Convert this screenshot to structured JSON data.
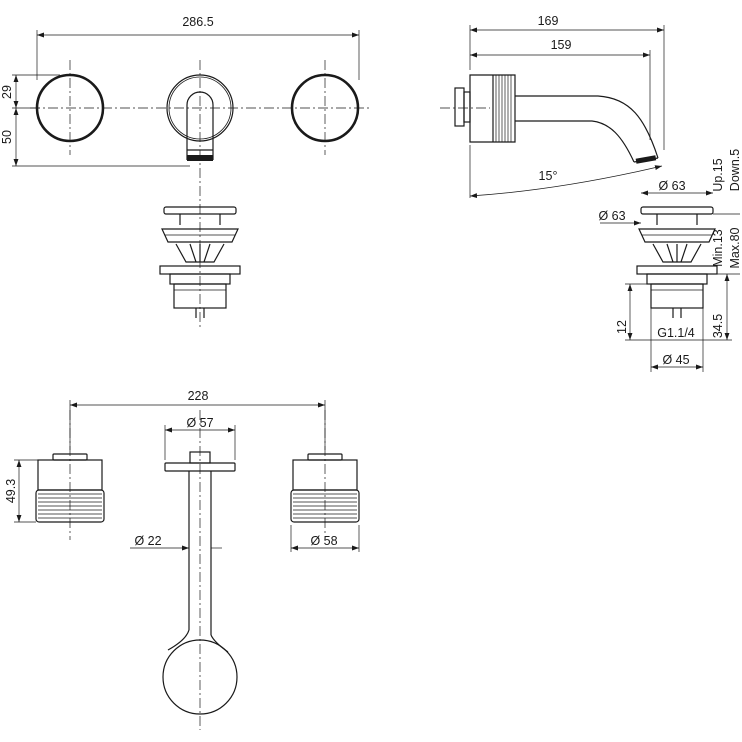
{
  "front_view": {
    "overall_width": "286.5",
    "knob_diameter": "29",
    "height": "50"
  },
  "side_view": {
    "total_length": "169",
    "spout_length": "159",
    "angle": "15°",
    "adjust_up": "Up.15",
    "adjust_down": "Down.5"
  },
  "waste_view": {
    "cap_diameter_1": "63",
    "cap_diameter_2": "63",
    "min_height": "Min.13",
    "max_height": "Max.80",
    "thread_height": "12",
    "body_height": "34.5",
    "thread_spec": "G1.1/4",
    "body_diameter": "45"
  },
  "plan_view": {
    "centers_width": "228",
    "plate_diameter": "57",
    "knob_height": "49.3",
    "spout_diameter": "22",
    "knob_diameter": "58"
  },
  "symbols": {
    "diameter": "Ø"
  }
}
